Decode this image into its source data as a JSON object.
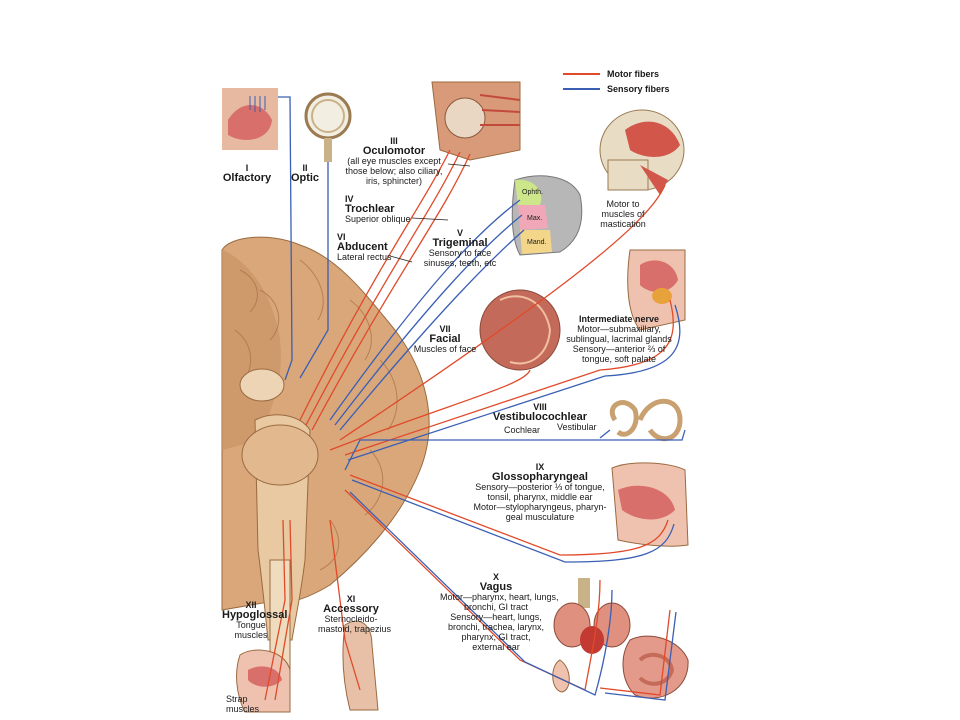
{
  "legend": {
    "motor_label": "Motor fibers",
    "sensory_label": "Sensory fibers",
    "motor_color": "#e04a2a",
    "sensory_color": "#3a5fb4"
  },
  "nerves": {
    "olfactory": {
      "num": "I",
      "name": "Olfactory"
    },
    "optic": {
      "num": "II",
      "name": "Optic"
    },
    "oculomotor": {
      "num": "III",
      "name": "Oculomotor",
      "desc1": "(all eye muscles except",
      "desc2": "those below; also ciliary,",
      "desc3": "iris, sphincter)"
    },
    "trochlear": {
      "num": "IV",
      "name": "Trochlear",
      "desc1": "Superior oblique"
    },
    "abducent": {
      "num": "VI",
      "name": "Abducent",
      "desc1": "Lateral rectus"
    },
    "trigeminal": {
      "num": "V",
      "name": "Trigeminal",
      "desc1": "Sensory to face",
      "desc2": "sinuses, teeth, etc"
    },
    "mastication": {
      "desc1": "Motor to",
      "desc2": "muscles of",
      "desc3": "mastication"
    },
    "face_divisions": {
      "oph": "Ophth.",
      "max": "Max.",
      "mand": "Mand."
    },
    "facial": {
      "num": "VII",
      "name": "Facial",
      "desc1": "Muscles of face"
    },
    "intermediate": {
      "name": "Intermediate nerve",
      "desc1": "Motor—submaxillary,",
      "desc2": "sublingual, lacrimal glands",
      "desc3": "Sensory—anterior ⅔ of",
      "desc4": "tongue, soft palate"
    },
    "vestibulocochlear": {
      "num": "VIII",
      "name": "Vestibulocochlear",
      "cochlear": "Cochlear",
      "vestibular": "Vestibular"
    },
    "glossopharyngeal": {
      "num": "IX",
      "name": "Glossopharyngeal",
      "desc1": "Sensory—posterior ⅓ of tongue,",
      "desc2": "tonsil, pharynx, middle ear",
      "desc3": "Motor—stylopharyngeus, pharyn-",
      "desc4": "geal musculature"
    },
    "vagus": {
      "num": "X",
      "name": "Vagus",
      "desc1": "Motor—pharynx, heart, lungs,",
      "desc2": "bronchi, GI tract",
      "desc3": "Sensory—heart, lungs,",
      "desc4": "bronchi, trachea, larynx,",
      "desc5": "pharynx, GI tract,",
      "desc6": "external ear"
    },
    "accessory": {
      "num": "XI",
      "name": "Accessory",
      "desc1": "Sternocleido-",
      "desc2": "mastoid, trapezius"
    },
    "hypoglossal": {
      "num": "XII",
      "name": "Hypoglossal",
      "desc1": "Tongue",
      "desc2": "muscles"
    },
    "strap": {
      "desc1": "Strap",
      "desc2": "muscles"
    }
  }
}
